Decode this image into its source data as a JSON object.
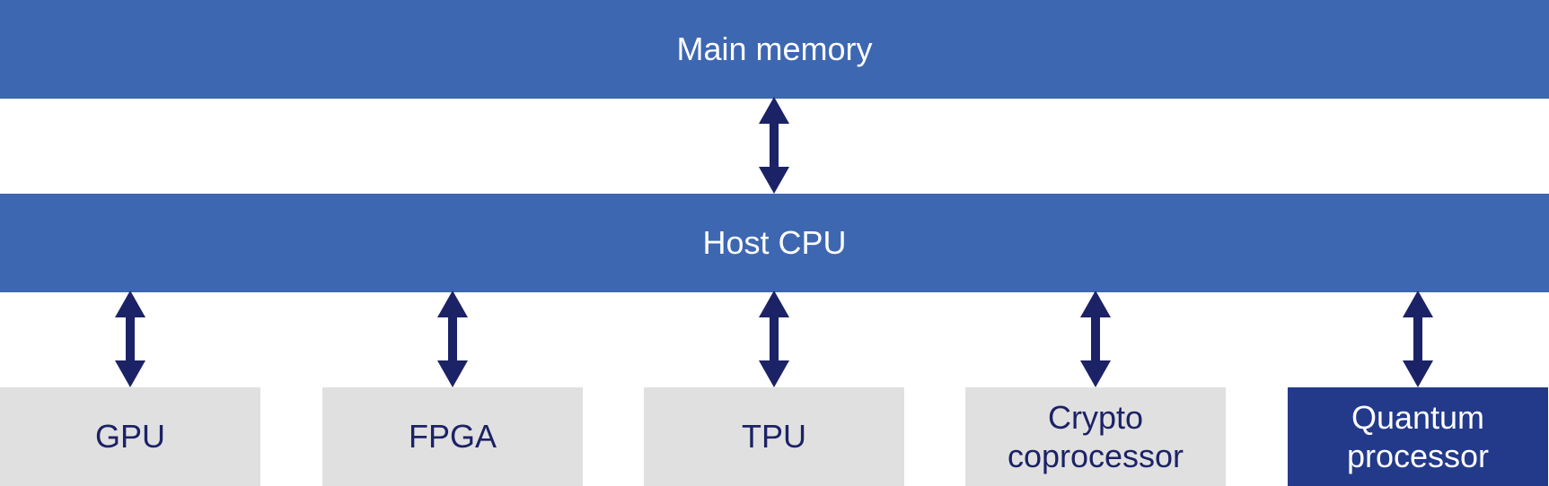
{
  "colors": {
    "bar": "#3d67b1",
    "accelerator_box": "#e0e0e0",
    "accelerator_text": "#1c2266",
    "quantum_box": "#233a8a",
    "arrow": "#1c2266"
  },
  "main_memory": {
    "label": "Main memory"
  },
  "host_cpu": {
    "label": "Host CPU"
  },
  "accelerators": [
    {
      "label": "GPU"
    },
    {
      "label": "FPGA"
    },
    {
      "label": "TPU"
    },
    {
      "label": "Crypto\ncoprocessor"
    },
    {
      "label": "Quantum\nprocessor"
    }
  ]
}
